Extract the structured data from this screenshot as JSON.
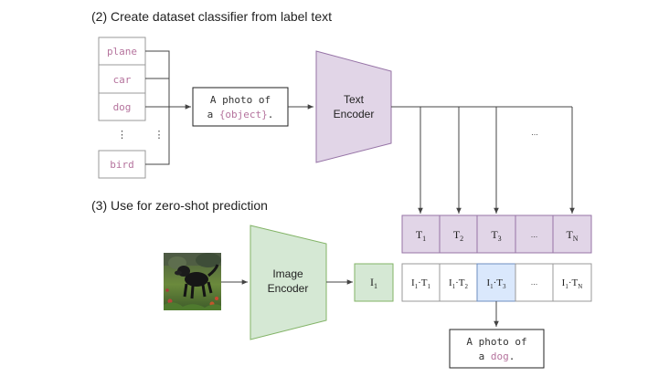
{
  "section2": {
    "title": "(2) Create dataset classifier from label text",
    "labels": [
      "plane",
      "car",
      "dog",
      "bird"
    ],
    "vdots": "⋮",
    "template": {
      "line1": "A photo of",
      "line2_pre": "a ",
      "line2_var": "{object}",
      "line2_post": "."
    },
    "text_encoder": {
      "line1": "Text",
      "line2": "Encoder"
    },
    "ellipsis": "..."
  },
  "section3": {
    "title": "(3) Use for zero-shot prediction",
    "image_encoder": {
      "line1": "Image",
      "line2": "Encoder"
    },
    "image_embedding": {
      "base": "I",
      "sub": "1"
    },
    "text_embeddings": [
      {
        "base": "T",
        "sub": "1"
      },
      {
        "base": "T",
        "sub": "2"
      },
      {
        "base": "T",
        "sub": "3"
      },
      {
        "base": "...",
        "sub": ""
      },
      {
        "base": "T",
        "sub": "N"
      }
    ],
    "products": [
      {
        "a": "I",
        "as": "1",
        "dot": "·",
        "b": "T",
        "bs": "1"
      },
      {
        "a": "I",
        "as": "1",
        "dot": "·",
        "b": "T",
        "bs": "2"
      },
      {
        "a": "I",
        "as": "1",
        "dot": "·",
        "b": "T",
        "bs": "3"
      },
      {
        "a": "...",
        "as": "",
        "dot": "",
        "b": "",
        "bs": ""
      },
      {
        "a": "I",
        "as": "1",
        "dot": "·",
        "b": "T",
        "bs": "N"
      }
    ],
    "result": {
      "line1": "A photo of",
      "line2_pre": "a ",
      "line2_var": "dog",
      "line2_post": "."
    }
  },
  "colors": {
    "purple_fill": "#e1d5e7",
    "purple_stroke": "#9673a6",
    "green_fill": "#d5e8d4",
    "green_stroke": "#82b366",
    "blue_fill": "#dae8fc",
    "blue_stroke": "#6c8ebf",
    "label_pink": "#b5739d",
    "line_gray": "#555555"
  }
}
